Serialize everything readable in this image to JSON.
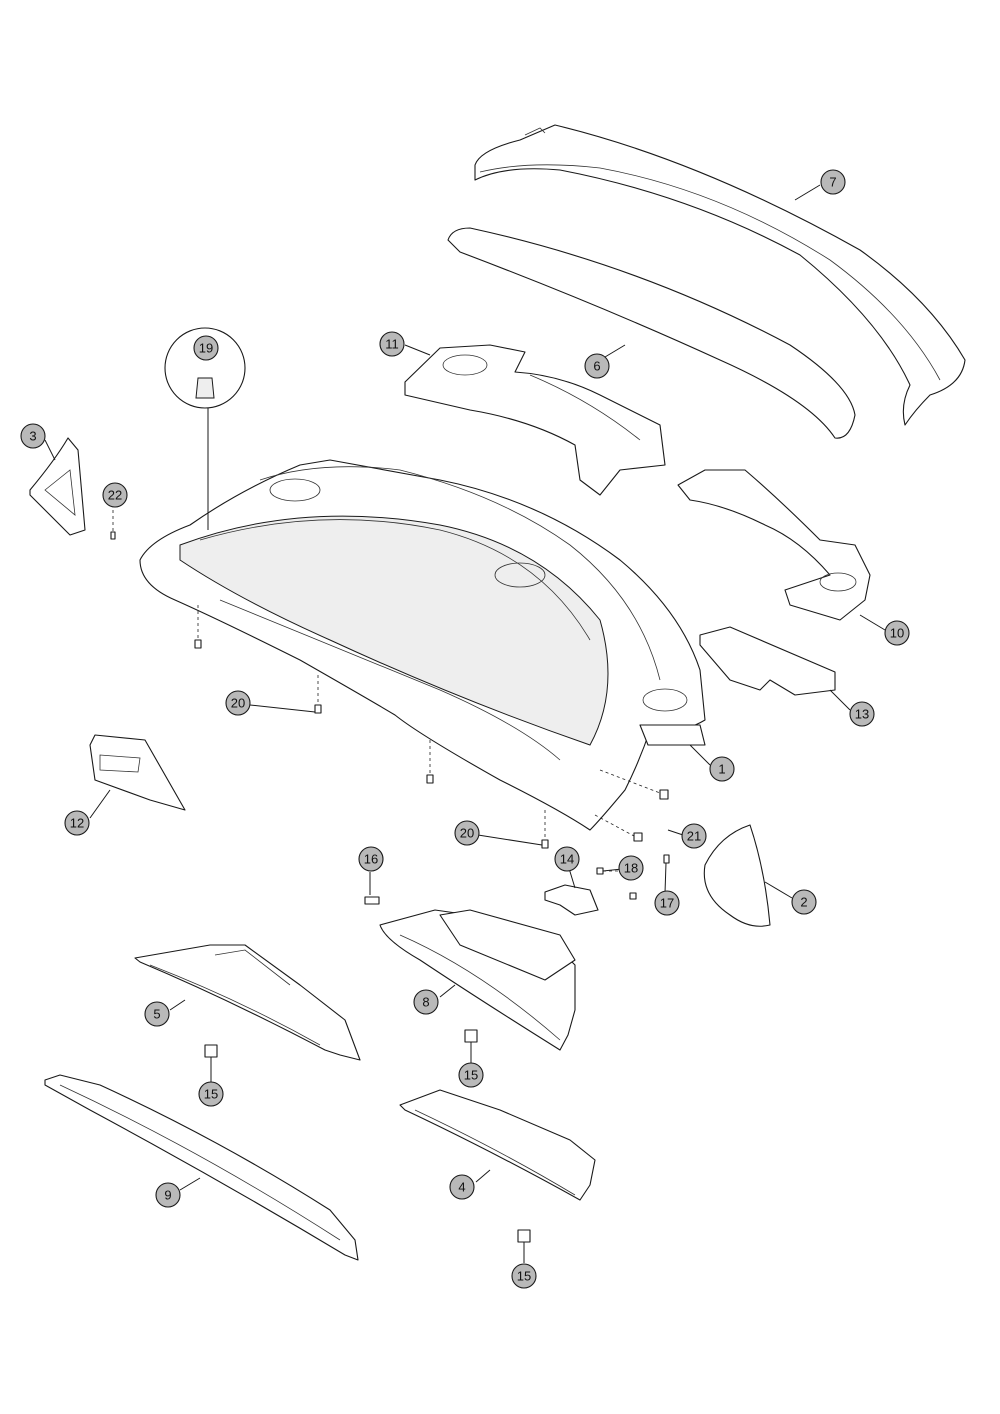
{
  "callouts": [
    {
      "id": "c7",
      "label": "7"
    },
    {
      "id": "c6",
      "label": "6"
    },
    {
      "id": "c11",
      "label": "11"
    },
    {
      "id": "c19",
      "label": "19"
    },
    {
      "id": "c3",
      "label": "3"
    },
    {
      "id": "c22",
      "label": "22"
    },
    {
      "id": "c10",
      "label": "10"
    },
    {
      "id": "c13",
      "label": "13"
    },
    {
      "id": "c20a",
      "label": "20"
    },
    {
      "id": "c1",
      "label": "1"
    },
    {
      "id": "c12",
      "label": "12"
    },
    {
      "id": "c20b",
      "label": "20"
    },
    {
      "id": "c21",
      "label": "21"
    },
    {
      "id": "c16",
      "label": "16"
    },
    {
      "id": "c14",
      "label": "14"
    },
    {
      "id": "c18",
      "label": "18"
    },
    {
      "id": "c17",
      "label": "17"
    },
    {
      "id": "c2",
      "label": "2"
    },
    {
      "id": "c5",
      "label": "5"
    },
    {
      "id": "c8",
      "label": "8"
    },
    {
      "id": "c15a",
      "label": "15"
    },
    {
      "id": "c15b",
      "label": "15"
    },
    {
      "id": "c9",
      "label": "9"
    },
    {
      "id": "c4",
      "label": "4"
    },
    {
      "id": "c15c",
      "label": "15"
    }
  ]
}
